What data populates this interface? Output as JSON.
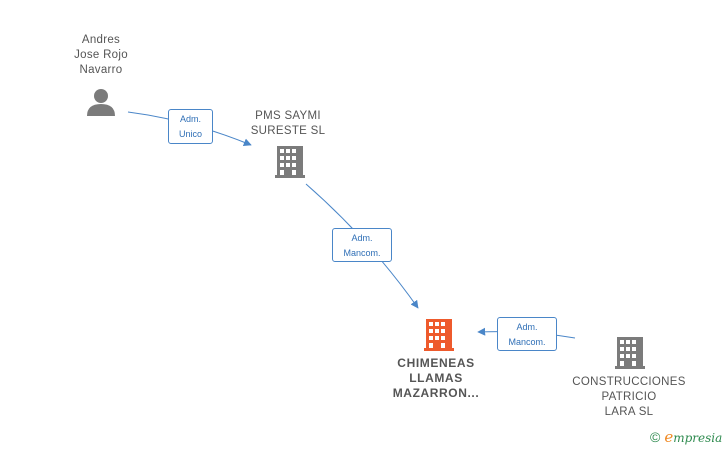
{
  "nodes": {
    "person": {
      "lines": [
        "Andres",
        "Jose Rojo",
        "Navarro"
      ],
      "icon": "person-icon",
      "color": "#7b7b7b"
    },
    "pms": {
      "lines": [
        "PMS SAYMI",
        "SURESTE SL"
      ],
      "icon": "building-icon",
      "color": "#7b7b7b"
    },
    "main": {
      "lines": [
        "CHIMENEAS",
        "LLAMAS",
        "MAZARRON..."
      ],
      "icon": "building-icon",
      "color": "#ee5a2c"
    },
    "construcciones": {
      "lines": [
        "CONSTRUCCIONES",
        "PATRICIO",
        "LARA  SL"
      ],
      "icon": "building-icon",
      "color": "#7b7b7b"
    }
  },
  "edges": {
    "e1": {
      "lines": [
        "Adm.",
        "Unico"
      ]
    },
    "e2": {
      "lines": [
        "Adm.",
        "Mancom."
      ]
    },
    "e3": {
      "lines": [
        "Adm.",
        "Mancom."
      ]
    }
  },
  "colors": {
    "edge": "#4a86c8"
  },
  "brand": {
    "copyright": "©",
    "initial": "e",
    "rest": "mpresia"
  }
}
